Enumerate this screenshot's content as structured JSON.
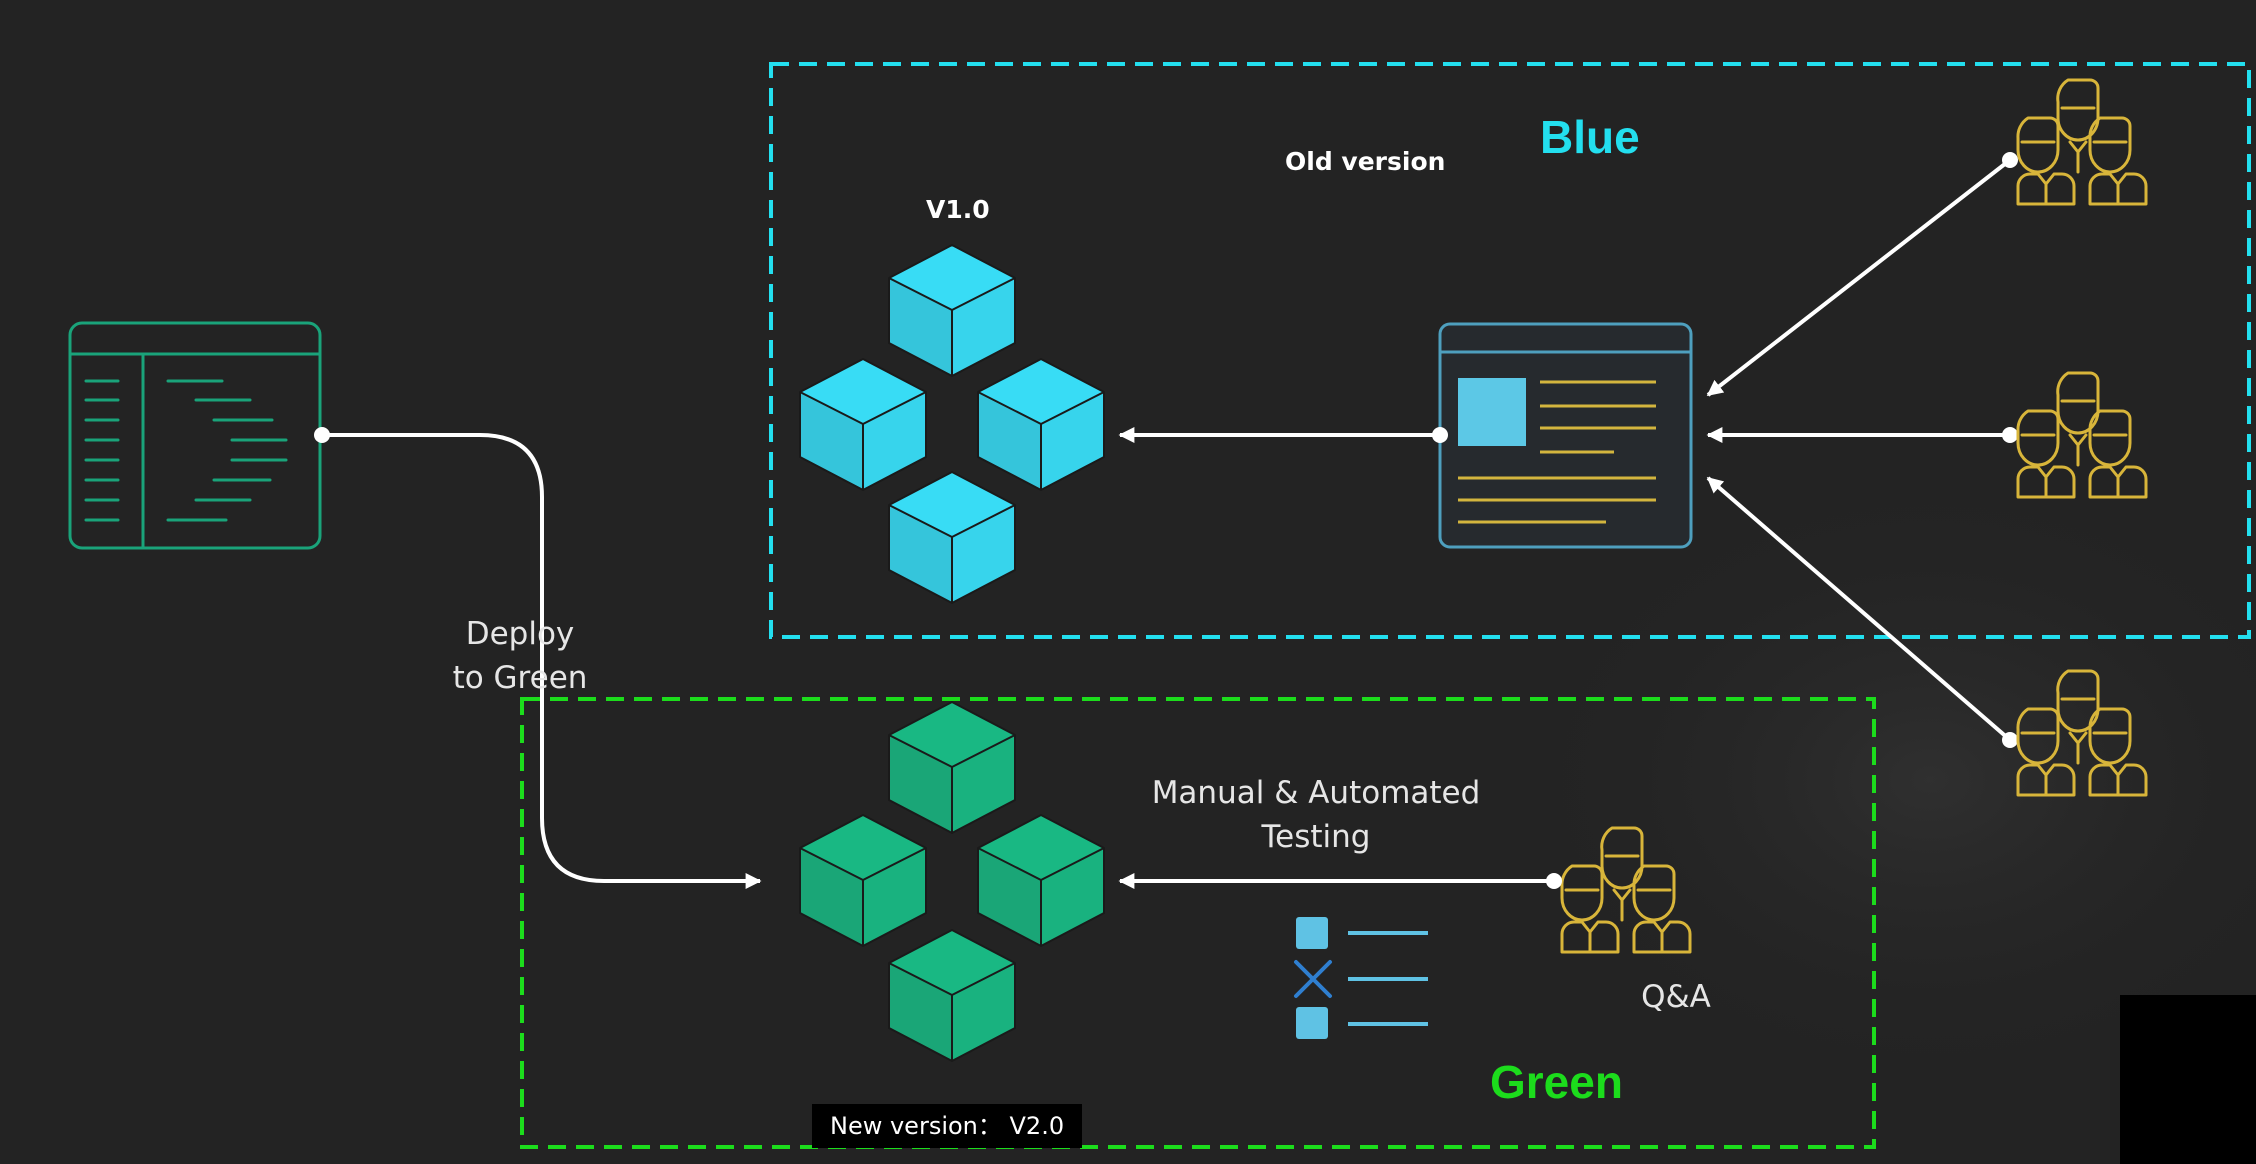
{
  "colors": {
    "background": "#232323",
    "blue": "#23dfef",
    "green": "#1cdc1c",
    "cube_blue": "#38dcf5",
    "cube_green": "#19b883",
    "editor_outline": "#1aa37a",
    "user_icon": "#d8b53a",
    "arrow": "#ffffff",
    "checklist": "#5fc2e4"
  },
  "icons": {
    "editor": "code-editor-icon",
    "users": "user-group-icon",
    "webpage": "web-page-icon",
    "checklist": "test-checklist-icon"
  },
  "blue": {
    "title": "Blue",
    "old_version": "Old version",
    "version": "V1.0"
  },
  "green": {
    "title": "Green",
    "caption": "New version：  V2.0"
  },
  "deploy_label": "Deploy\nto Green",
  "testing_label": "Manual & Automated\nTesting",
  "qa_label": "Q&A"
}
